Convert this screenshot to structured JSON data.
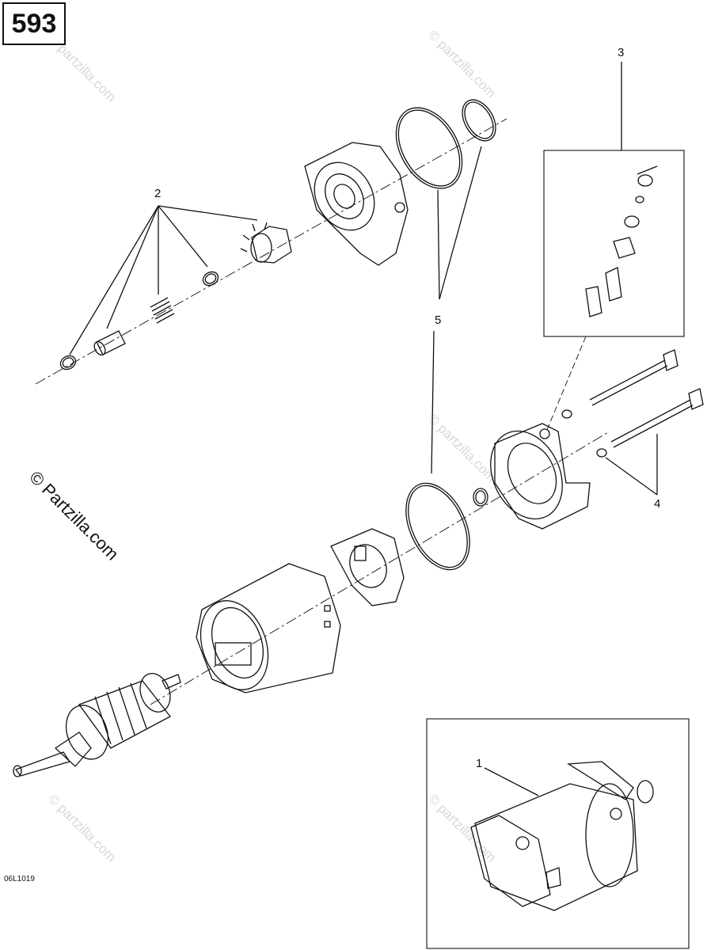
{
  "page_number": "593",
  "figure_code": "06L1019",
  "copyright": "© Partzilla.com",
  "watermark": "© partzilla.com",
  "callouts": [
    "1",
    "2",
    "3",
    "4",
    "5"
  ]
}
